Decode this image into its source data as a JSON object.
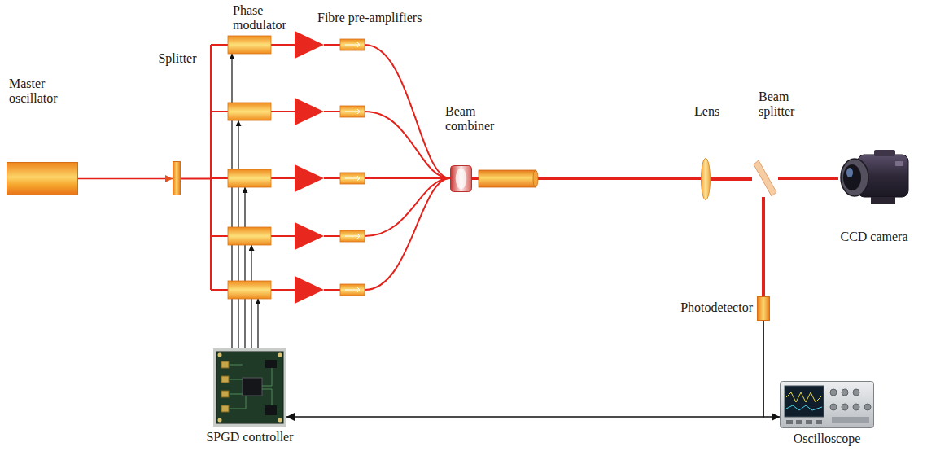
{
  "diagram": {
    "nodes": [
      {
        "text": [
          "Master oscillator"
        ]
      },
      {
        "text": [
          "Splitter"
        ]
      },
      {
        "text": [
          "Beam combiner"
        ]
      },
      {
        "text": [
          "Lens"
        ]
      },
      {
        "text": [
          "Beam splitter"
        ]
      },
      {
        "text": [
          "CCD camera"
        ]
      },
      {
        "text": [
          "Photodetector"
        ]
      },
      {
        "text": [
          "SPGD controller"
        ]
      },
      {
        "text": [
          "Oscilloscope"
        ]
      }
    ],
    "edges": [
      {
        "from": 0,
        "to": 1,
        "arrow": "to"
      },
      {
        "from": 2,
        "to": 3,
        "arrow": "none"
      },
      {
        "from": 3,
        "to": 4,
        "arrow": "none"
      },
      {
        "from": 4,
        "to": 5,
        "arrow": "none"
      },
      {
        "from": 4,
        "to": 6,
        "arrow": "none"
      },
      {
        "from": 6,
        "to": 7,
        "arrow": "to"
      },
      {
        "from": 6,
        "to": 8,
        "arrow": "to"
      }
    ],
    "labels": [
      "Phase modulator",
      "Fibre pre-amplifiers"
    ]
  }
}
